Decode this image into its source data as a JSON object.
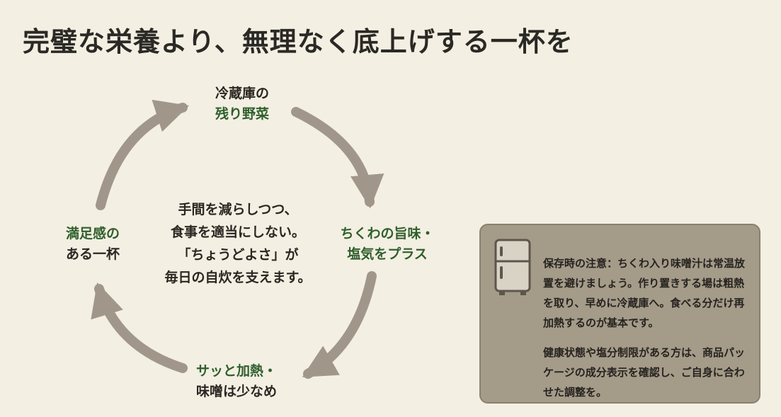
{
  "title": "完璧な栄養より、無理なく底上げする一杯を",
  "cycle": {
    "top": {
      "line1": "冷蔵庫の",
      "line2": "残り野菜"
    },
    "right": {
      "line1": "ちくわの旨味・",
      "line2": "塩気をプラス"
    },
    "bottom": {
      "line1": "サッと加熱・",
      "line2": "味噌は少なめ"
    },
    "left": {
      "line1": "満足感の",
      "line2": "ある一杯"
    }
  },
  "center": {
    "line1": "手間を減らしつつ、",
    "line2": "食事を適当にしない。",
    "line3": "「ちょうどよさ」が",
    "line4": "毎日の自炊を支えます。"
  },
  "note": {
    "icon": "refrigerator-icon",
    "paragraph1": "保存時の注意：ちくわ入り味噌汁は常温放置を避けましょう。作り置きする場は粗熱を取り、早めに冷蔵庫へ。食べる分だけ再加熱するのが基本です。",
    "paragraph2": "健康状態や塩分制限がある方は、商品パッケージの成分表示を確認し、ご自身に合わせた調整を。"
  },
  "colors": {
    "background": "#f3efe2",
    "arrow": "#a0978a",
    "accent_green": "#2f5f2c",
    "note_panel": "#a59b89"
  }
}
